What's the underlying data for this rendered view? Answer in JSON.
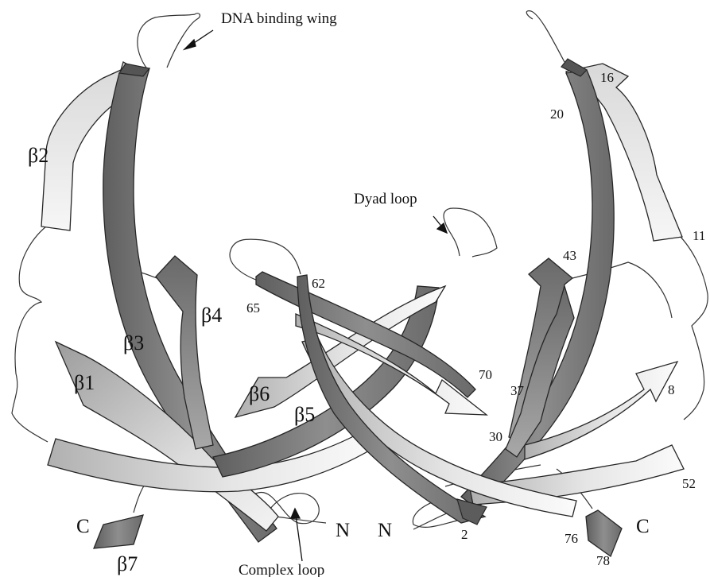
{
  "colors": {
    "strand_dark": "#6e6e6e",
    "strand_mid": "#9a9a9a",
    "strand_light": "#efefef",
    "strand_edge": "#262626",
    "coil_fill": "#ffffff",
    "coil_edge": "#333333",
    "text": "#111111"
  },
  "annotations": {
    "dna_binding_wing": "DNA binding wing",
    "dyad_loop": "Dyad loop",
    "complex_loop": "Complex loop"
  },
  "strand_labels": {
    "b1": "β1",
    "b2": "β2",
    "b3": "β3",
    "b4": "β4",
    "b5": "β5",
    "b6": "β6",
    "b7": "β7"
  },
  "termini": {
    "c_left": "C",
    "n_left": "N",
    "n_right": "N",
    "c_right": "C"
  },
  "residue_numbers": {
    "r16": "16",
    "r20": "20",
    "r11": "11",
    "r43": "43",
    "r62": "62",
    "r65": "65",
    "r70": "70",
    "r37": "37",
    "r8": "8",
    "r30": "30",
    "r52": "52",
    "r2": "2",
    "r76": "76",
    "r78": "78"
  }
}
